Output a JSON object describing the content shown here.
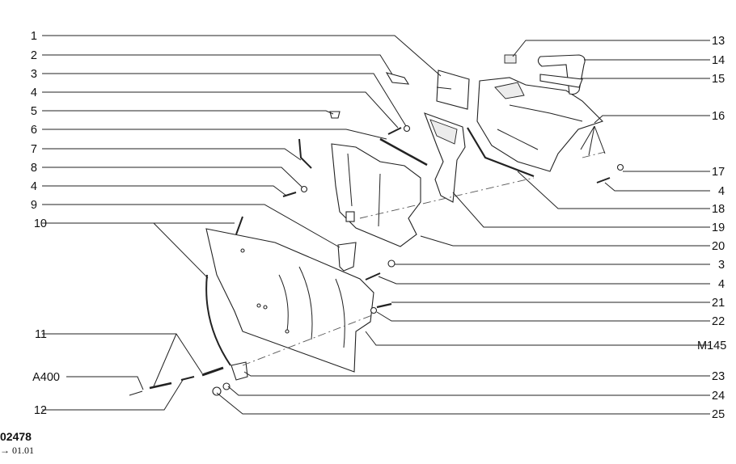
{
  "callouts_left": [
    "1",
    "2",
    "3",
    "4",
    "5",
    "6",
    "7",
    "8",
    "4",
    "9",
    "10",
    "11",
    "A400",
    "12"
  ],
  "callouts_right": [
    "13",
    "14",
    "15",
    "16",
    "17",
    "4",
    "18",
    "19",
    "20",
    "3",
    "4",
    "21",
    "22",
    "M145",
    "23",
    "24",
    "25"
  ],
  "drawing_code": "02478",
  "validity": "→ 01.01"
}
